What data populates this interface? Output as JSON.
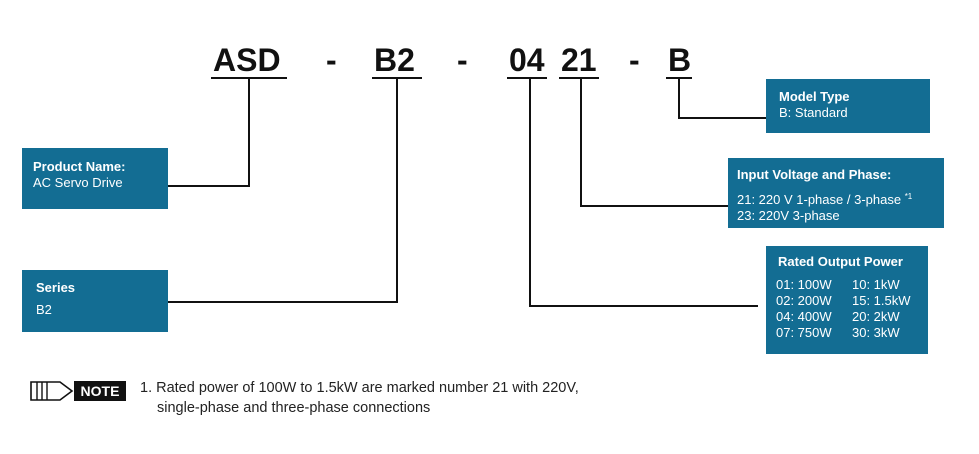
{
  "code": {
    "part1": "ASD",
    "sep1": "-",
    "part2": "B2",
    "sep2": "-",
    "part3": "04",
    "part4": "21",
    "sep3": "-",
    "part5": "B"
  },
  "boxes": {
    "model_type": {
      "title": "Model Type",
      "lines": [
        "B: Standard"
      ]
    },
    "input_voltage": {
      "title": "Input Voltage and Phase:",
      "line1": "21: 220 V 1-phase / 3-phase ",
      "line1_sup": "*1",
      "line2": "23: 220V 3-phase"
    },
    "rated_power": {
      "title": "Rated Output Power",
      "rows": [
        [
          "01: 100W",
          "10: 1kW"
        ],
        [
          "02: 200W",
          "15: 1.5kW"
        ],
        [
          "04: 400W",
          "20: 2kW"
        ],
        [
          "07: 750W",
          "30: 3kW"
        ]
      ]
    },
    "product_name": {
      "title": "Product Name:",
      "lines": [
        "AC Servo Drive"
      ]
    },
    "series": {
      "title": "Series",
      "lines": [
        "B2"
      ]
    }
  },
  "note": {
    "badge": "NOTE",
    "line1": "1. Rated power of 100W to 1.5kW are marked number 21 with 220V,",
    "line2": "single-phase and three-phase connections"
  },
  "colors": {
    "box_bg": "#136d93",
    "line": "#111111"
  }
}
